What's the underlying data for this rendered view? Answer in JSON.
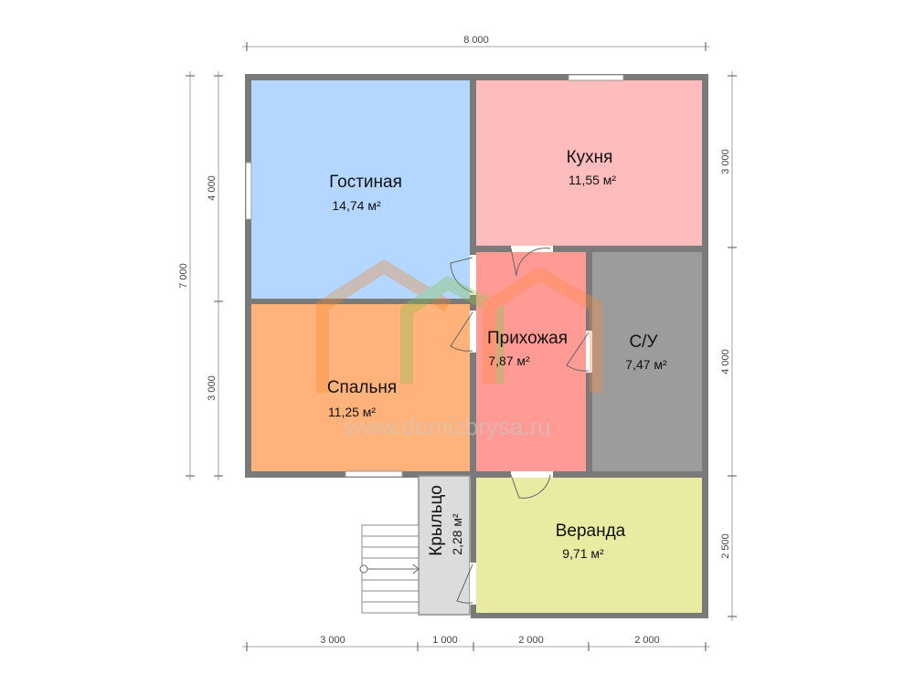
{
  "dimensions": {
    "top": "8 000",
    "left_total": "7 000",
    "left_upper": "4 000",
    "left_lower": "3 000",
    "right_upper": "3 000",
    "right_middle": "4 000",
    "right_lower": "2 500",
    "bottom_1": "3 000",
    "bottom_2": "1 000",
    "bottom_3": "2 000",
    "bottom_4": "2 000"
  },
  "rooms": {
    "living": {
      "name": "Гостиная",
      "area": "14,74 м²",
      "color": "#b3d7ff"
    },
    "kitchen": {
      "name": "Кухня",
      "area": "11,55 м²",
      "color": "#ffbcbc"
    },
    "bedroom": {
      "name": "Спальня",
      "area": "11,25 м²",
      "color": "#ffb27a"
    },
    "hallway": {
      "name": "Прихожая",
      "area": "7,87 м²",
      "color": "#ff9a95"
    },
    "bathroom": {
      "name": "С/У",
      "area": "7,47 м²",
      "color": "#9c9c9c"
    },
    "veranda": {
      "name": "Веранда",
      "area": "9,71 м²",
      "color": "#e9eba2"
    },
    "porch": {
      "name": "Крыльцо",
      "area": "2,28 м²",
      "color": "#dcdcdc"
    }
  },
  "watermark": "www.domizbrysa.ru",
  "colors": {
    "wall": "#7a7a7a",
    "dimension_line": "#8a8a8a"
  }
}
